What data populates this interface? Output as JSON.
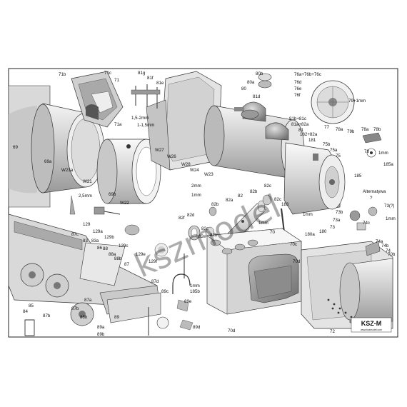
{
  "brand": {
    "logo_text": "KSZ-M",
    "logo_subtext": "www.kszmodel.com"
  },
  "watermark": "kszmodel",
  "labels": {
    "l71b": "71b",
    "l71c": "71c",
    "l71": "71",
    "l71a": "71a",
    "l69": "69",
    "l69a": "69a",
    "l69b": "69b",
    "lW21a": "W21a",
    "lW21": "W21",
    "lW22": "W22",
    "lW27": "W27",
    "lW26": "W26",
    "lW28": "W28",
    "lW24": "W24",
    "lW23": "W23",
    "l81g": "81g",
    "l81f": "81f",
    "l81e": "81e",
    "l15_2": "1,5-2mm",
    "l1_15": "1-1,5mm",
    "l80b": "80b",
    "l80a": "80a",
    "l80": "80",
    "l81d": "81d",
    "l76": "76a+76b+76c",
    "l76d": "76d",
    "l76e": "76e",
    "l76f": "76f",
    "l81b": "81b+81c",
    "l81a": "81a+82a",
    "l81": "81",
    "l182": "182+82a",
    "l181": "181",
    "l79": "79+1mm",
    "l77": "77",
    "l78a": "78a",
    "l79b": "79b",
    "l78": "78",
    "l78b": "78b",
    "l1mm_78": "1mm",
    "l75b": "75b",
    "l75a": "75a",
    "l75": "75",
    "l185": "185",
    "l185a": "185a",
    "lAlt": "Alternatywa",
    "lQ": "?",
    "l73b": "73b",
    "l73a": "73a",
    "l73": "73",
    "l73q": "73(?)",
    "l74c": "74c",
    "l74a": "74a",
    "l74b": "74b",
    "l74": "74",
    "l1mm_74": "1mm",
    "l70b": "70b",
    "l180": "180",
    "l180a": "180a",
    "l70": "70",
    "l70c": "70c",
    "l70d": "70d",
    "l70d2": "70d",
    "l72": "72",
    "l83": "83",
    "l2mm": "2mm",
    "l1mm_a": "1mm",
    "l82": "82",
    "l82a": "82a",
    "l82b": "82b",
    "l82c": "82c",
    "l82b2": "82b",
    "l82c2": "82c",
    "l82f": "82f",
    "l82d": "82d",
    "l82e": "82e",
    "l82b3": "82b",
    "l1mm_b": "1mm",
    "l1mm_c": "1mm",
    "l183": "183",
    "l25mm": "2,5mm",
    "l129": "129",
    "l129a": "129a",
    "l129b": "129b",
    "l129c": "129c",
    "l129e": "129e",
    "l129f": "129f",
    "l87c": "87c",
    "l83a": "83a",
    "l86": "86",
    "l88": "88",
    "l88a": "88a",
    "l88b": "88b",
    "l87b": "87b",
    "l87d": "87d",
    "l89c": "89c",
    "l89": "89",
    "l89a": "89a",
    "l89b": "89b",
    "l89e": "89e",
    "l89d": "89d",
    "l185b": "185b",
    "l1mm_d": "1mm",
    "l87a": "87a",
    "l87b2": "87b",
    "l87": "87",
    "l85": "85",
    "l84": "84",
    "l85b": "85b"
  }
}
